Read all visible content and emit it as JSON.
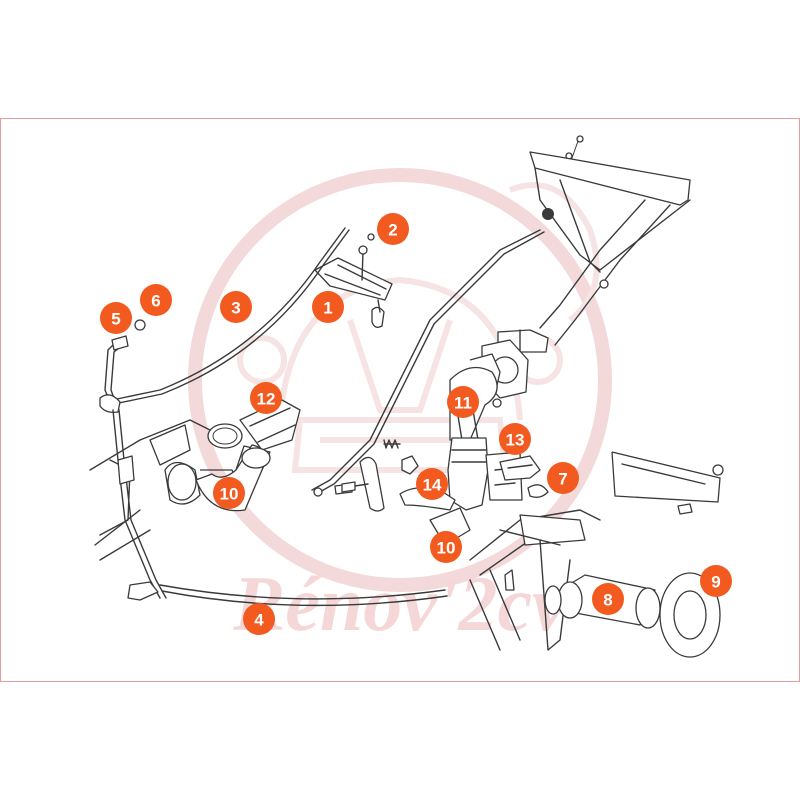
{
  "watermark": {
    "text": "Rénov'2cv"
  },
  "callouts": [
    {
      "id": "callout-1",
      "label": "1"
    },
    {
      "id": "callout-2",
      "label": "2"
    },
    {
      "id": "callout-3",
      "label": "3"
    },
    {
      "id": "callout-4",
      "label": "4"
    },
    {
      "id": "callout-5",
      "label": "5"
    },
    {
      "id": "callout-6",
      "label": "6"
    },
    {
      "id": "callout-7",
      "label": "7"
    },
    {
      "id": "callout-8",
      "label": "8"
    },
    {
      "id": "callout-9",
      "label": "9"
    },
    {
      "id": "callout-10a",
      "label": "10"
    },
    {
      "id": "callout-10b",
      "label": "10"
    },
    {
      "id": "callout-11",
      "label": "11"
    },
    {
      "id": "callout-12",
      "label": "12"
    },
    {
      "id": "callout-13",
      "label": "13"
    },
    {
      "id": "callout-14",
      "label": "14"
    }
  ],
  "colors": {
    "callout": "#f25a1f",
    "line": "#3a3a3a",
    "frame": "#e0a0a0",
    "watermark": "#f3d9d9"
  }
}
